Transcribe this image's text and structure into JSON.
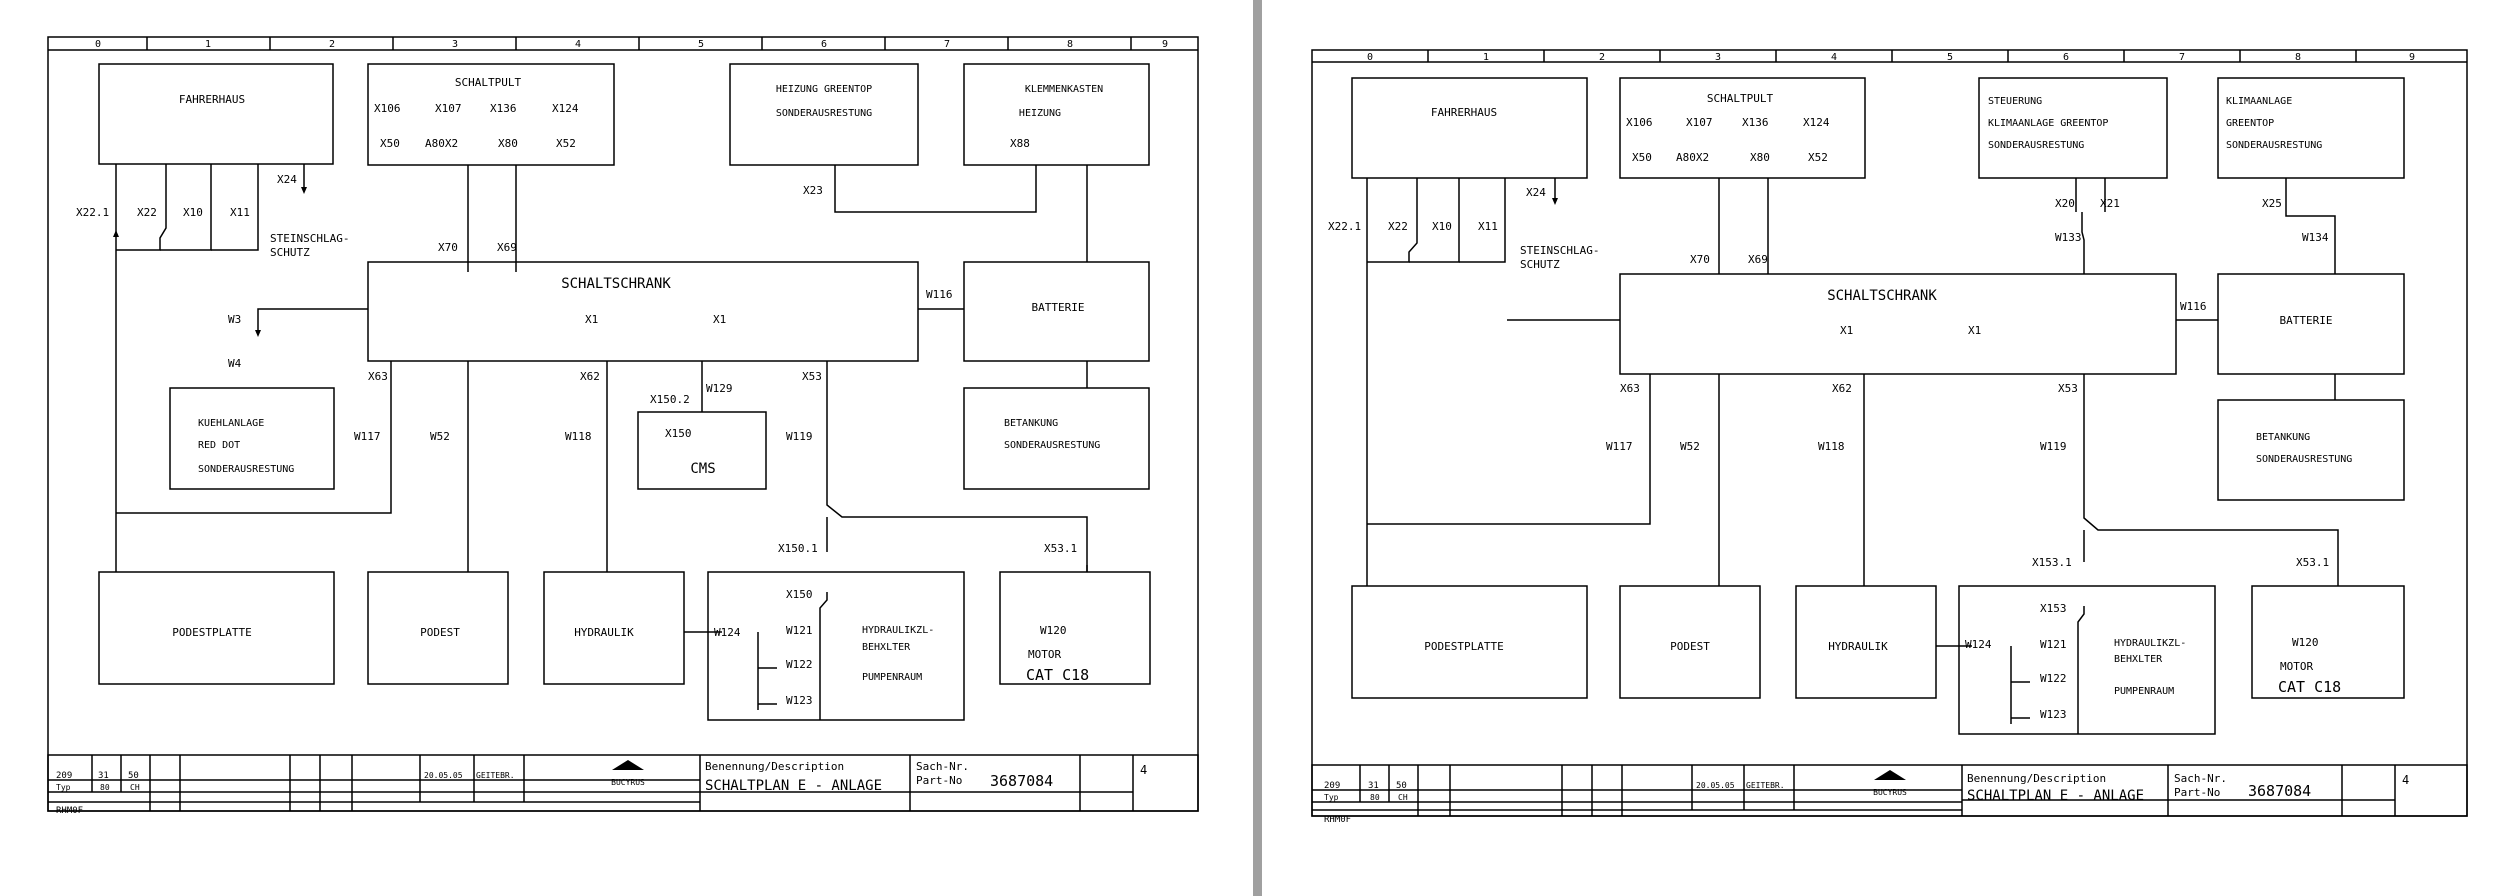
{
  "viewer": {
    "background": "#a0a0a0",
    "paper": "#ffffff",
    "ink": "#000000"
  },
  "pages": [
    {
      "ruler": [
        "0",
        "1",
        "2",
        "3",
        "4",
        "5",
        "6",
        "7",
        "8",
        "9"
      ],
      "boxes": {
        "fahrerhaus": "FAHRERHAUS",
        "schaltpult": "SCHALTPULT",
        "heizung": [
          "HEIZUNG GREENTOP",
          "SONDERAUSRESTUNG"
        ],
        "klemmenkasten": [
          "KLEMMENKASTEN",
          "HEIZUNG"
        ],
        "schaltschrank": "SCHALTSCHRANK",
        "batterie": "BATTERIE",
        "kuehlanlage": [
          "KUEHLANLAGE",
          "RED DOT",
          "SONDERAUSRESTUNG"
        ],
        "cms": "CMS",
        "betankung": [
          "BETANKUNG",
          "SONDERAUSRESTUNG"
        ],
        "podestplatte": "PODESTPLATTE",
        "podest": "PODEST",
        "hydraulik": "HYDRAULIK",
        "tank": [
          "HYDRAULIKZL-",
          "BEHXLTER",
          "PUMPENRAUM"
        ],
        "motor": [
          "MOTOR",
          "CAT C18"
        ]
      },
      "labels": {
        "x22_1": "X22.1",
        "x22": "X22",
        "x10": "X10",
        "x11": "X11",
        "x24": "X24",
        "stein": [
          "STEINSCHLAG-",
          "SCHUTZ"
        ],
        "x106": "X106",
        "x107": "X107",
        "x136": "X136",
        "x124": "X124",
        "x50": "X50",
        "a80x2": "A80X2",
        "x80": "X80",
        "x52": "X52",
        "x23": "X23",
        "x88": "X88",
        "x70": "X70",
        "x69": "X69",
        "w3": "W3",
        "w4": "W4",
        "x1": "X1",
        "w116": "W116",
        "x63": "X63",
        "x62": "X62",
        "x53": "X53",
        "x150_2": "X150.2",
        "w129": "W129",
        "x150": "X150",
        "w117": "W117",
        "w52": "W52",
        "w118": "W118",
        "w119": "W119",
        "x150_1": "X150.1",
        "x53_1": "X53.1",
        "x150b": "X150",
        "w124": "W124",
        "w121": "W121",
        "w122": "W122",
        "w123": "W123",
        "w120": "W120"
      },
      "title_block": {
        "benennung": "Benennung/Description",
        "title": "SCHALTPLAN E - ANLAGE",
        "sach": [
          "Sach-Nr.",
          "Part-No"
        ],
        "part_no": "3687084",
        "sheet": "4",
        "codes": [
          "209",
          "31",
          "50"
        ],
        "typ": "Typ",
        "typ_vals": [
          "80",
          "CH"
        ],
        "rev": "RHM0F",
        "date": "20.05.05",
        "drawn_by": "GEITEBR.",
        "logo": "BUCYRUS"
      }
    },
    {
      "ruler": [
        "0",
        "1",
        "2",
        "3",
        "4",
        "5",
        "6",
        "7",
        "8",
        "9"
      ],
      "boxes": {
        "fahrerhaus": "FAHRERHAUS",
        "schaltpult": "SCHALTPULT",
        "steuerung": [
          "STEUERUNG",
          "KLIMAANLAGE GREENTOP",
          "SONDERAUSRESTUNG"
        ],
        "klimaanlage": [
          "KLIMAANLAGE",
          "GREENTOP",
          "SONDERAUSRESTUNG"
        ],
        "schaltschrank": "SCHALTSCHRANK",
        "batterie": "BATTERIE",
        "betankung": [
          "BETANKUNG",
          "SONDERAUSRESTUNG"
        ],
        "podestplatte": "PODESTPLATTE",
        "podest": "PODEST",
        "hydraulik": "HYDRAULIK",
        "tank": [
          "HYDRAULIKZL-",
          "BEHXLTER",
          "PUMPENRAUM"
        ],
        "motor": [
          "MOTOR",
          "CAT C18"
        ]
      },
      "labels": {
        "x22_1": "X22.1",
        "x22": "X22",
        "x10": "X10",
        "x11": "X11",
        "x24": "X24",
        "stein": [
          "STEINSCHLAG-",
          "SCHUTZ"
        ],
        "x106": "X106",
        "x107": "X107",
        "x136": "X136",
        "x124": "X124",
        "x50": "X50",
        "a80x2": "A80X2",
        "x80": "X80",
        "x52": "X52",
        "x20": "X20",
        "x21": "X21",
        "x25": "X25",
        "w133": "W133",
        "w134": "W134",
        "x70": "X70",
        "x69": "X69",
        "x1": "X1",
        "w116": "W116",
        "x63": "X63",
        "x62": "X62",
        "x53": "X53",
        "w117": "W117",
        "w52": "W52",
        "w118": "W118",
        "w119": "W119",
        "x153_1": "X153.1",
        "x53_1": "X53.1",
        "x153": "X153",
        "w124": "W124",
        "w121": "W121",
        "w122": "W122",
        "w123": "W123",
        "w120": "W120"
      },
      "title_block": {
        "benennung": "Benennung/Description",
        "title": "SCHALTPLAN E - ANLAGE",
        "sach": [
          "Sach-Nr.",
          "Part-No"
        ],
        "part_no": "3687084",
        "sheet": "4",
        "codes": [
          "209",
          "31",
          "50"
        ],
        "typ": "Typ",
        "typ_vals": [
          "80",
          "CH"
        ],
        "rev": "RHM0F",
        "date": "20.05.05",
        "drawn_by": "GEITEBR.",
        "logo": "BUCYRUS"
      }
    }
  ]
}
